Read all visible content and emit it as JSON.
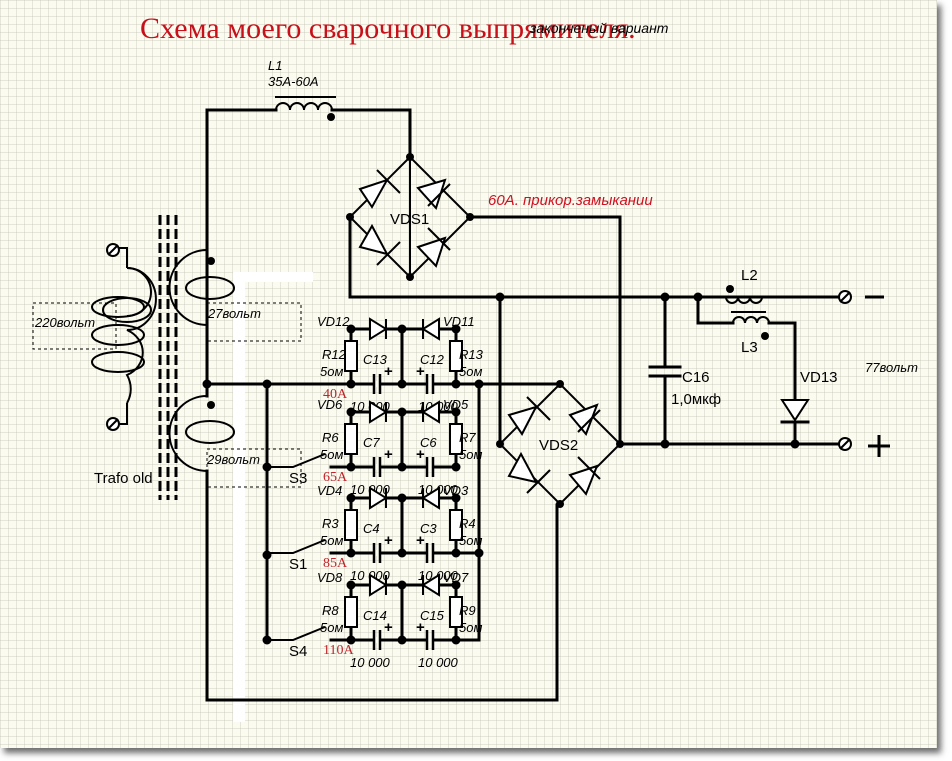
{
  "title": "Схема моего сварочного выпрямителя.",
  "subtitle": "законченый вариант",
  "colors": {
    "title": "#c8101a",
    "current_labels": "#c0242a",
    "background": "#fbfbf0",
    "wire": "#000000"
  },
  "transformer": {
    "name": "Trafo old",
    "primary_voltage": "220вольт",
    "secondary1_voltage": "27вольт",
    "secondary2_voltage": "29вольт"
  },
  "choke_l1": {
    "name": "L1",
    "rating": "35А-60А"
  },
  "bridge1": {
    "name": "VDS1",
    "note": "60А. прикор.замыкании"
  },
  "bridge2": {
    "name": "VDS2"
  },
  "filter": {
    "cap_name": "C16",
    "cap_value": "1,0мкф",
    "l2": "L2",
    "l3": "L3",
    "diode": "VD13",
    "output_voltage": "77вольт",
    "minus": "−",
    "plus": "+"
  },
  "stages": [
    {
      "current": "40А",
      "switch": "",
      "diode_left": "VD12",
      "diode_right": "VD11",
      "res_left": "R12",
      "res_right": "R13",
      "res_value": "5ом",
      "cap_left": "C13",
      "cap_right": "C12",
      "cap_left_value": "10 000",
      "cap_right_value": "10 000"
    },
    {
      "current": "65А",
      "switch": "S3",
      "diode_left": "VD6",
      "diode_right": "VD5",
      "res_left": "R6",
      "res_right": "R7",
      "res_value": "5ом",
      "cap_left": "C7",
      "cap_right": "C6",
      "cap_left_value": "10 000",
      "cap_right_value": "10 000"
    },
    {
      "current": "85А",
      "switch": "S1",
      "diode_left": "VD4",
      "diode_right": "VD3",
      "res_left": "R3",
      "res_right": "R4",
      "res_value": "5ом",
      "cap_left": "C4",
      "cap_right": "C3",
      "cap_left_value": "10 000",
      "cap_right_value": "10 000"
    },
    {
      "current": "110А",
      "switch": "S4",
      "diode_left": "VD8",
      "diode_right": "VD7",
      "res_left": "R8",
      "res_right": "R9",
      "res_value": "5ом",
      "cap_left": "C14",
      "cap_right": "C15",
      "cap_left_value": "10 000",
      "cap_right_value": "10 000"
    }
  ]
}
